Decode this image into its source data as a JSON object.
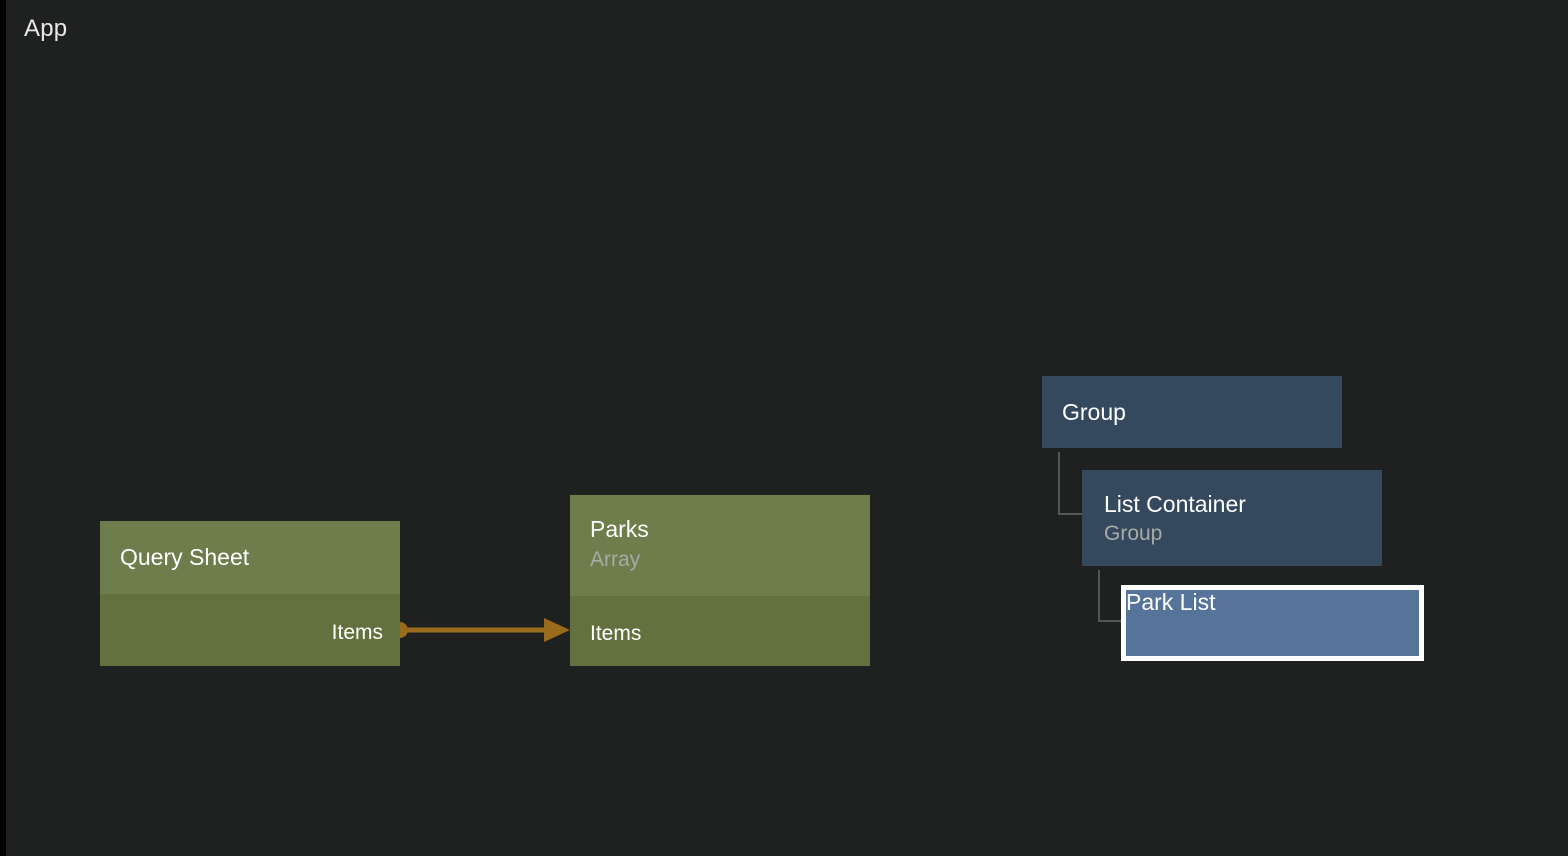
{
  "app": {
    "title": "App",
    "canvas_background": "#1f2020"
  },
  "colors": {
    "green_header": "#6d7d4b",
    "green_body": "#63713f",
    "blue_node": "#34495e",
    "blue_selected_fill": "#56749a",
    "selection_border": "#ffffff",
    "edge_wire": "#9a6b1b",
    "tree_line": "#55565a",
    "title_text": "#ffffff",
    "subtitle_text": "#a9aaa6"
  },
  "nodes": {
    "query_sheet": {
      "title": "Query Sheet",
      "subtitle": "",
      "output_port_label": "Items",
      "selected": false,
      "kind": "data"
    },
    "parks": {
      "title": "Parks",
      "subtitle": "Array",
      "input_port_label": "Items",
      "selected": false,
      "kind": "data"
    },
    "group": {
      "title": "Group",
      "subtitle": "",
      "selected": false,
      "kind": "view"
    },
    "list_container": {
      "title": "List Container",
      "subtitle": "Group",
      "selected": false,
      "kind": "view"
    },
    "park_list": {
      "title": "Park List",
      "subtitle": "",
      "selected": true,
      "kind": "view"
    }
  },
  "edges": [
    {
      "id": "items-to-items",
      "from_node": "query_sheet",
      "from_port": "Items",
      "to_node": "parks",
      "to_port": "Items",
      "style": "wire-arrow"
    },
    {
      "id": "group-to-list-container",
      "from_node": "group",
      "to_node": "list_container",
      "style": "elbow"
    },
    {
      "id": "list-container-to-park-list",
      "from_node": "list_container",
      "to_node": "park_list",
      "style": "elbow"
    }
  ]
}
